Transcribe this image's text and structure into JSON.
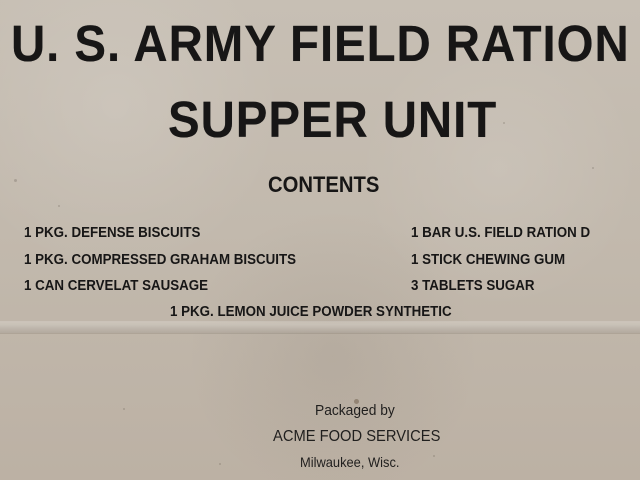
{
  "header": {
    "title": "U. S. ARMY FIELD RATION K",
    "subtitle": "SUPPER UNIT"
  },
  "contents": {
    "heading": "CONTENTS",
    "left_items": [
      "1 PKG. DEFENSE BISCUITS",
      "1 PKG. COMPRESSED GRAHAM BISCUITS",
      "1 CAN CERVELAT SAUSAGE"
    ],
    "right_items": [
      "1 BAR U.S. FIELD RATION D",
      "1 STICK CHEWING GUM",
      "3 TABLETS SUGAR"
    ],
    "center_item": "1 PKG. LEMON JUICE POWDER SYNTHETIC"
  },
  "packaging": {
    "line1": "Packaged by",
    "line2": "ACME FOOD SERVICES",
    "line3": "Milwaukee, Wisc."
  },
  "colors": {
    "cardboard": "#c2b9ad",
    "ink": "#171616"
  }
}
